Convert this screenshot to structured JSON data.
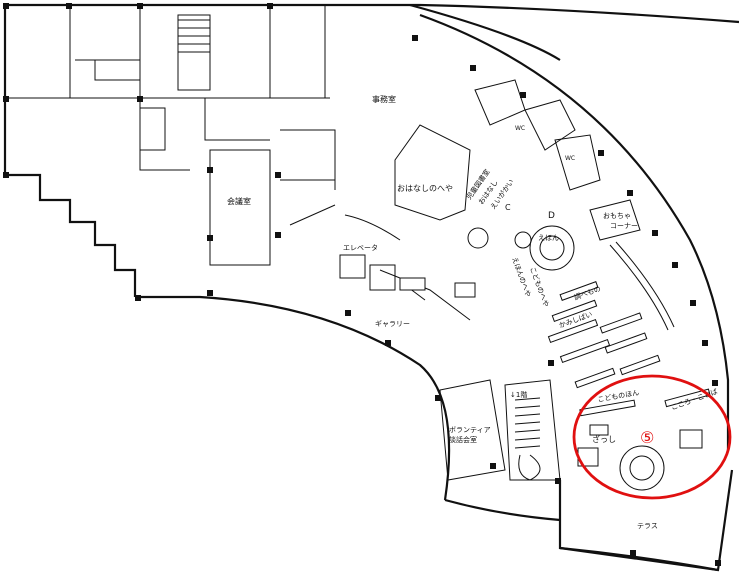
{
  "map": {
    "rooms": {
      "office": "事務室",
      "meeting_room": "会議室",
      "story_room": "おはなしのへや",
      "elevator": "エレベータ",
      "gallery": "ギャラリー",
      "volunteer_room_line1": "ボランティア",
      "volunteer_room_line2": "談話会室",
      "toy_corner_line1": "おもちゃ",
      "toy_corner_line2": "コーナー",
      "terrace": "テラス",
      "wc_1": "WC",
      "wc_2": "WC",
      "stairs_to_1f": "↓1階"
    },
    "areas": {
      "picture_books": "えほん",
      "magazines": "ざっし",
      "kids_books": "こどものほん",
      "kids_area": "こころ・ことば",
      "paper_books": "かみしばい",
      "reference": "調べもの",
      "vertical_a": "児童図書室",
      "vertical_b": "おはなし",
      "vertical_c": "えいがかい",
      "vertical_d": "えほんのへや",
      "vertical_e": "こどものへや",
      "shelf_d": "D",
      "shelf_c": "C"
    },
    "highlight": {
      "label": "⑤",
      "color": "#e01010"
    },
    "colors": {
      "line": "#111111",
      "background": "#ffffff"
    }
  }
}
